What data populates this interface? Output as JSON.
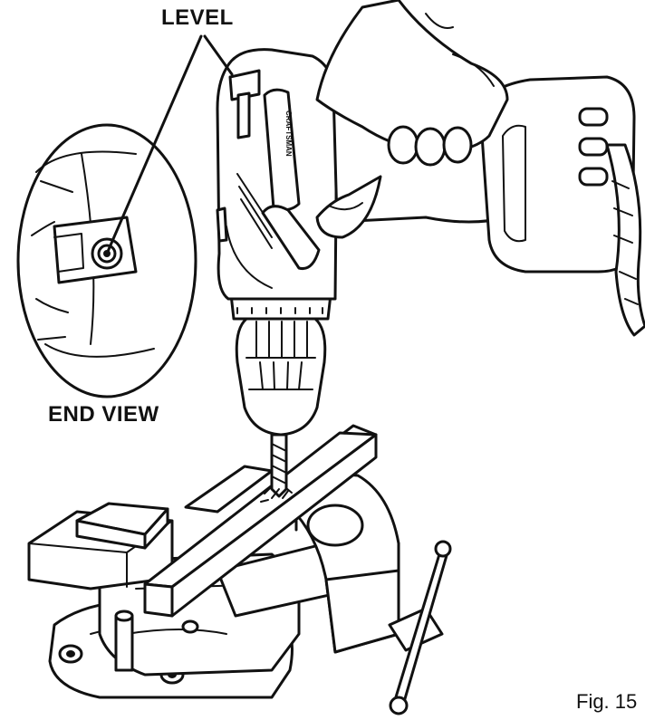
{
  "labels": {
    "level": "LEVEL",
    "end_view": "END VIEW",
    "figure": "Fig. 15"
  },
  "brand_mark": "CRAFTSMAN",
  "colors": {
    "ink": "#111111",
    "paper": "#ffffff"
  }
}
